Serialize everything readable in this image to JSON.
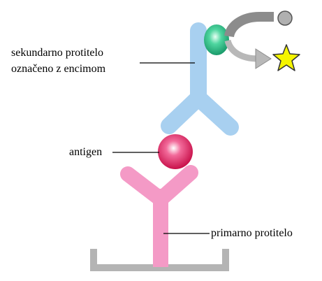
{
  "labels": {
    "secondary_line1": "sekundarno protitelo",
    "secondary_line2": "označeno z encimom",
    "antigen": "antigen",
    "primary": "primarno protitelo"
  },
  "colors": {
    "primary_antibody": "#f49ac6",
    "secondary_antibody": "#a8d0f0",
    "antigen": "#e0245e",
    "enzyme": "#2fbf8a",
    "arrow": "#8c8c8c",
    "substrate": "#b0b0b0",
    "product_star": "#f5f500",
    "plate": "#b4b4b4",
    "leader_lines": "#000000"
  },
  "icons": {
    "substrate": "circle",
    "product": "star",
    "reaction": "curved-arrow"
  }
}
